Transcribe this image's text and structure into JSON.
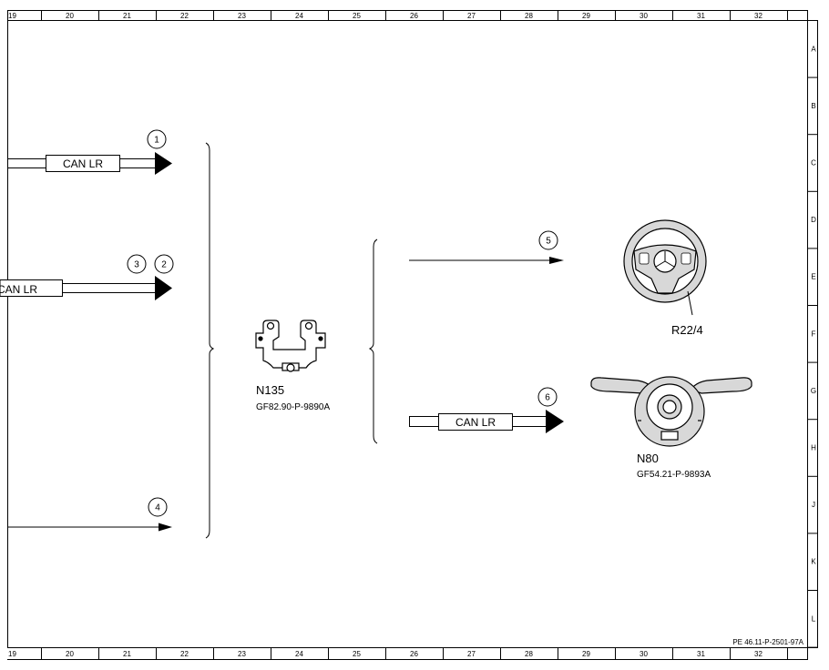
{
  "frame": {
    "columns": [
      "19",
      "20",
      "21",
      "22",
      "23",
      "24",
      "25",
      "26",
      "27",
      "28",
      "29",
      "30",
      "31",
      "32"
    ],
    "rows": [
      "A",
      "B",
      "C",
      "D",
      "E",
      "F",
      "G",
      "H",
      "J",
      "K",
      "L"
    ]
  },
  "connectors": [
    {
      "number": "1"
    },
    {
      "number": "2"
    },
    {
      "number": "3"
    },
    {
      "number": "4"
    },
    {
      "number": "5"
    },
    {
      "number": "6"
    }
  ],
  "bus_label": "CAN LR",
  "bus_label_cut": "CAN LR",
  "components": {
    "n135": {
      "designation": "N135",
      "reference": "GF82.90-P-9890A"
    },
    "r22_4": {
      "designation": "R22/4"
    },
    "n80": {
      "designation": "N80",
      "reference": "GF54.21-P-9893A"
    }
  },
  "drawing_number": "PE 46.11-P-2501-97A",
  "colors": {
    "line": "#000000",
    "background": "#ffffff",
    "component_fill": "#d8d8d8"
  }
}
